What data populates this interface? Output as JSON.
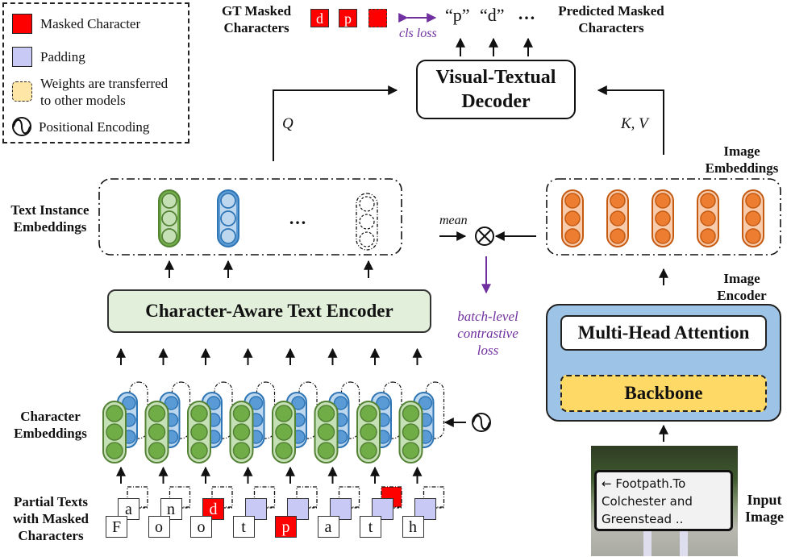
{
  "legend": {
    "items": [
      {
        "label": "Masked Character",
        "color": "#ff0000",
        "style": "solid"
      },
      {
        "label": "Padding",
        "color": "#c9c9f5",
        "style": "solid"
      },
      {
        "label": "Weights are transferred",
        "label2": "to other models",
        "color": "#fde6a6",
        "style": "dashed"
      },
      {
        "label": "Positional Encoding",
        "icon": "positional-encoding-icon"
      }
    ]
  },
  "top": {
    "gt_label_1": "GT Masked",
    "gt_label_2": "Characters",
    "gt_chars": [
      "d",
      "p",
      ""
    ],
    "cls_loss": "cls loss",
    "predicted": [
      "“p”",
      "“d”",
      "…"
    ],
    "pred_label_1": "Predicted Masked",
    "pred_label_2": "Characters"
  },
  "decoder": {
    "line1": "Visual-Textual",
    "line2": "Decoder"
  },
  "q_label": "Q",
  "kv_label": "K, V",
  "text_instance": {
    "label1": "Text Instance",
    "label2": "Embeddings",
    "ellipsis": "…"
  },
  "image_embeddings": {
    "label1": "Image",
    "label2": "Embeddings",
    "count": 5
  },
  "mean_label": "mean",
  "contrastive": {
    "line1": "batch-level",
    "line2": "contrastive",
    "line3": "loss"
  },
  "text_encoder": {
    "label": "Character-Aware Text Encoder"
  },
  "image_encoder": {
    "label1": "Image",
    "label2": "Encoder",
    "mha": "Multi-Head Attention",
    "backbone": "Backbone"
  },
  "char_embeddings": {
    "label1": "Character",
    "label2": "Embeddings",
    "count": 8
  },
  "partial_texts": {
    "label1": "Partial Texts",
    "label2": "with Masked",
    "label3": "Characters",
    "front": [
      {
        "char": "F",
        "type": "normal"
      },
      {
        "char": "o",
        "type": "normal"
      },
      {
        "char": "o",
        "type": "normal"
      },
      {
        "char": "t",
        "type": "normal"
      },
      {
        "char": "p",
        "type": "masked"
      },
      {
        "char": "a",
        "type": "normal"
      },
      {
        "char": "t",
        "type": "normal"
      },
      {
        "char": "h",
        "type": "normal"
      }
    ],
    "back": [
      {
        "char": "a",
        "type": "normal"
      },
      {
        "char": "n",
        "type": "normal"
      },
      {
        "char": "d",
        "type": "masked"
      },
      {
        "char": "",
        "type": "pad"
      },
      {
        "char": "",
        "type": "pad"
      },
      {
        "char": "",
        "type": "pad"
      },
      {
        "char": "",
        "type": "pad"
      },
      {
        "char": "",
        "type": "pad"
      }
    ],
    "third_masked_index": 6
  },
  "input_image": {
    "label1": "Input",
    "label2": "Image",
    "sign_line1": "Footpath.To",
    "sign_line2": "Colchester and",
    "sign_line3": "Greenstead .."
  },
  "colors": {
    "green": "#70ad47",
    "green_light": "#c5e0b4",
    "green_dark": "#548235",
    "blue": "#5b9bd5",
    "blue_light": "#bdd7ee",
    "blue_dark": "#2e75b6",
    "orange": "#ed7d31",
    "orange_light": "#f8cbad",
    "orange_dark": "#c55a11",
    "purple": "#7030a0",
    "encoder_green": "#e2efda",
    "encoder_blue": "#9dc3e6",
    "backbone_yellow": "#ffd966"
  }
}
